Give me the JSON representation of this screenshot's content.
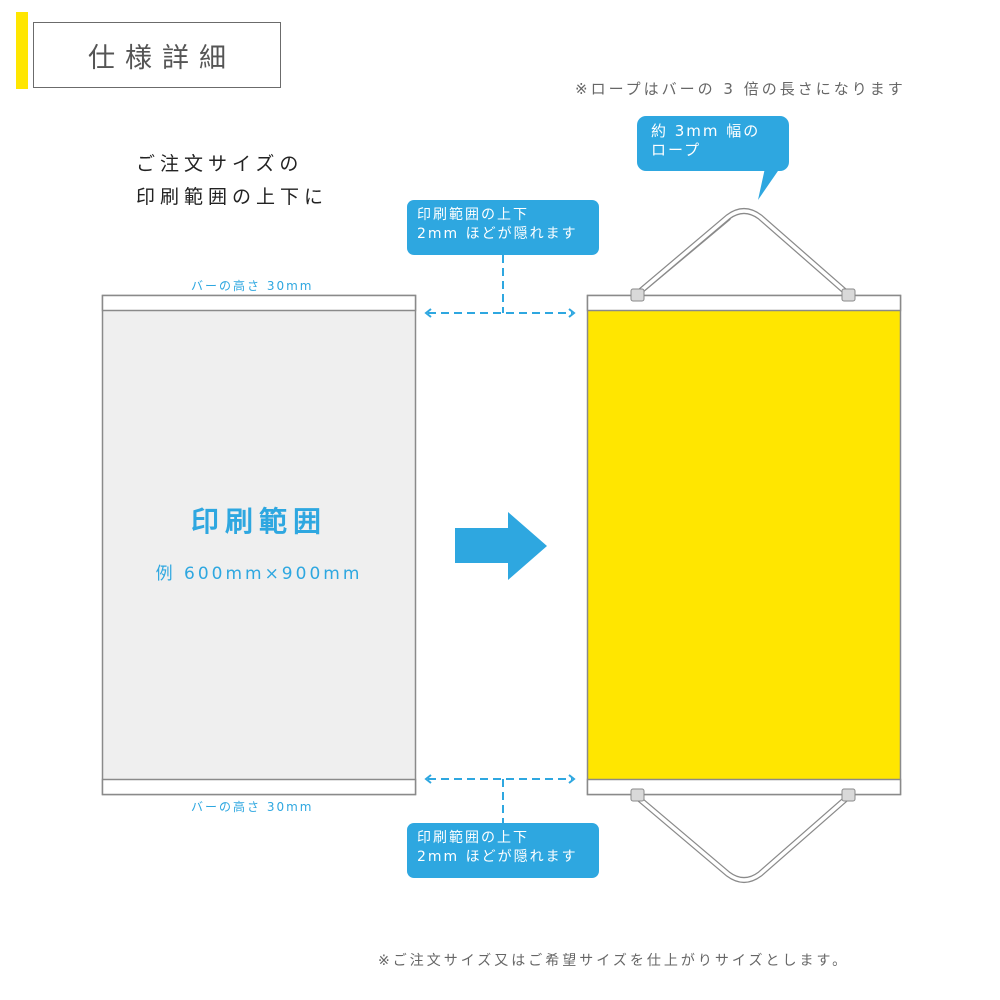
{
  "header": {
    "title": "仕様詳細",
    "accent_color": "#ffe600"
  },
  "notes": {
    "rope_length": "※ロープはバーの 3 倍の長さになります",
    "finish_size": "※ご注文サイズ又はご希望サイズを仕上がりサイズとします。"
  },
  "lead_text": {
    "line1": "ご注文サイズの",
    "line2": "印刷範囲の上下に"
  },
  "left_panel": {
    "bar_label_top": "バーの高さ 30mm",
    "bar_label_bottom": "バーの高さ 30mm",
    "print_area_title": "印刷範囲",
    "print_area_example": "例 600mm×900mm",
    "fill_color": "#efefef"
  },
  "callouts": {
    "hidden_top": {
      "line1": "印刷範囲の上下",
      "line2": "2mm ほどが隠れます"
    },
    "hidden_bottom": {
      "line1": "印刷範囲の上下",
      "line2": "2mm ほどが隠れます"
    },
    "rope": {
      "line1": "約 3mm 幅の",
      "line2": "ロープ"
    }
  },
  "right_panel": {
    "print_color": "#ffe600"
  },
  "colors": {
    "accent_blue": "#2ea7e0",
    "outline_gray": "#8a8a8a",
    "text_gray": "#666666"
  },
  "icons": {
    "arrow": "right-arrow-icon",
    "dashed": "double-arrow-icon"
  }
}
